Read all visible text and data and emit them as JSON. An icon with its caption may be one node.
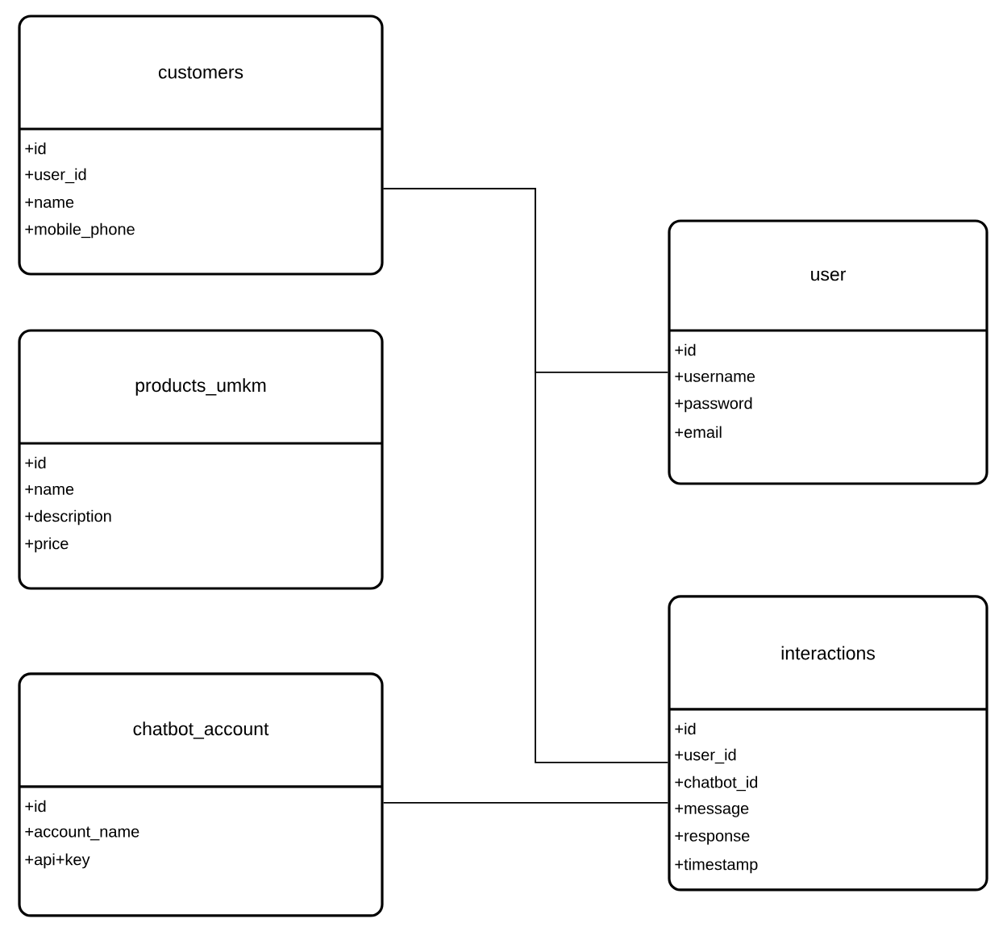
{
  "diagram": {
    "nodes": [
      {
        "text": [
          "customers",
          "+id",
          "+user_id",
          "+name",
          "+mobile_phone"
        ]
      },
      {
        "text": [
          "products_umkm",
          "+id",
          "+name",
          "+description",
          "+price"
        ]
      },
      {
        "text": [
          "chatbot_account",
          "+id",
          "+account_name",
          "+api+key"
        ]
      },
      {
        "text": [
          "user",
          "+id",
          "+username",
          "+password",
          "+email"
        ]
      },
      {
        "text": [
          "interactions",
          "+id",
          "+user_id",
          "+chatbot_id",
          "+message",
          "+response",
          "+timestamp"
        ]
      }
    ],
    "edges": [
      {
        "from": 3,
        "to": 0,
        "arrow": "none"
      },
      {
        "from": 0,
        "to": 4,
        "arrow": "none"
      },
      {
        "from": 2,
        "to": 4,
        "arrow": "none"
      }
    ]
  }
}
